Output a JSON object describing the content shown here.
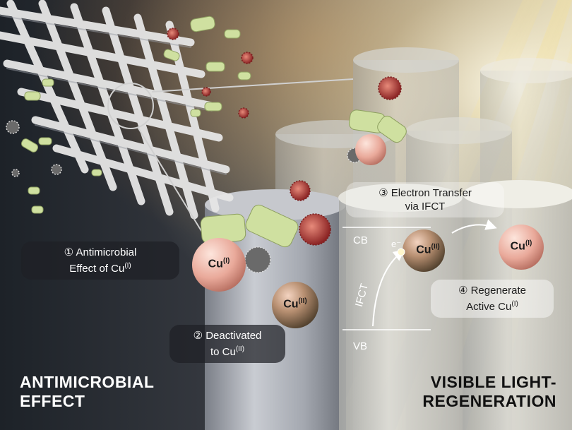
{
  "labels": {
    "step1_line1": "① Antimicrobial",
    "step1_line2": "Effect of Cu",
    "step1_sup": "(I)",
    "step2_line1": "② Deactivated",
    "step2_line2": "to Cu",
    "step2_sup": "(II)",
    "step3_line1": "③ Electron Transfer",
    "step3_line2": "via IFCT",
    "step4_line1": "④ Regenerate",
    "step4_line2": "Active Cu",
    "step4_sup": "(I)",
    "cb": "CB",
    "vb": "VB",
    "ifct": "IFCT",
    "electron": "e⁻",
    "cu_base": "Cu",
    "cu1_sup": "(I)",
    "cu2_sup": "(II)",
    "left_title_line1": "ANTIMICROBIAL",
    "left_title_line2": "EFFECT",
    "right_title_line1": "VISIBLE LIGHT-",
    "right_title_line2": "REGENERATION"
  },
  "colors": {
    "cu1_sphere": "#e9a99a",
    "cu2_sphere": "#8a6a48",
    "cylinder": "#b9bcc3",
    "grid": "#e6e6e6",
    "virus": "#b23a3a",
    "cluster": "#cfe0a0"
  }
}
